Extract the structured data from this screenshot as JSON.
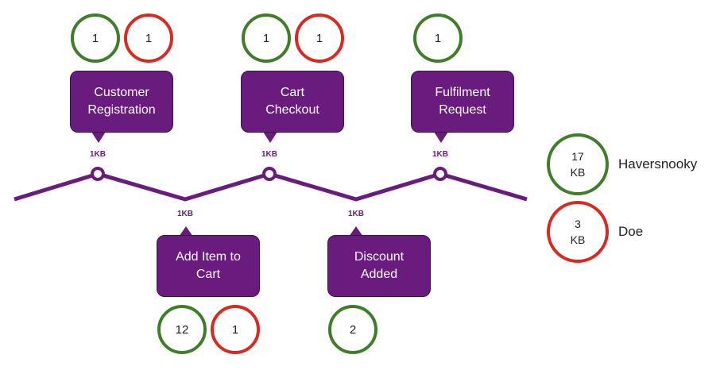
{
  "events": [
    {
      "name": "Customer Registration",
      "size": "1KB",
      "counts": [
        {
          "value": "1",
          "color": "green"
        },
        {
          "value": "1",
          "color": "red"
        }
      ]
    },
    {
      "name": "Add Item to Cart",
      "size": "1KB",
      "counts": [
        {
          "value": "12",
          "color": "green"
        },
        {
          "value": "1",
          "color": "red"
        }
      ]
    },
    {
      "name": "Cart Checkout",
      "size": "1KB",
      "counts": [
        {
          "value": "1",
          "color": "green"
        },
        {
          "value": "1",
          "color": "red"
        }
      ]
    },
    {
      "name": "Discount Added",
      "size": "1KB",
      "counts": [
        {
          "value": "2",
          "color": "green"
        }
      ]
    },
    {
      "name": "Fulfilment Request",
      "size": "1KB",
      "counts": [
        {
          "value": "1",
          "color": "green"
        }
      ]
    }
  ],
  "legend": [
    {
      "name": "Haversnooky",
      "size_value": "17",
      "size_unit": "KB",
      "color": "green"
    },
    {
      "name": "Doe",
      "size_value": "3",
      "size_unit": "KB",
      "color": "red"
    }
  ],
  "colors": {
    "timeline": "#6a1b7e",
    "green": "#3f7d2b",
    "red": "#d62a22"
  }
}
